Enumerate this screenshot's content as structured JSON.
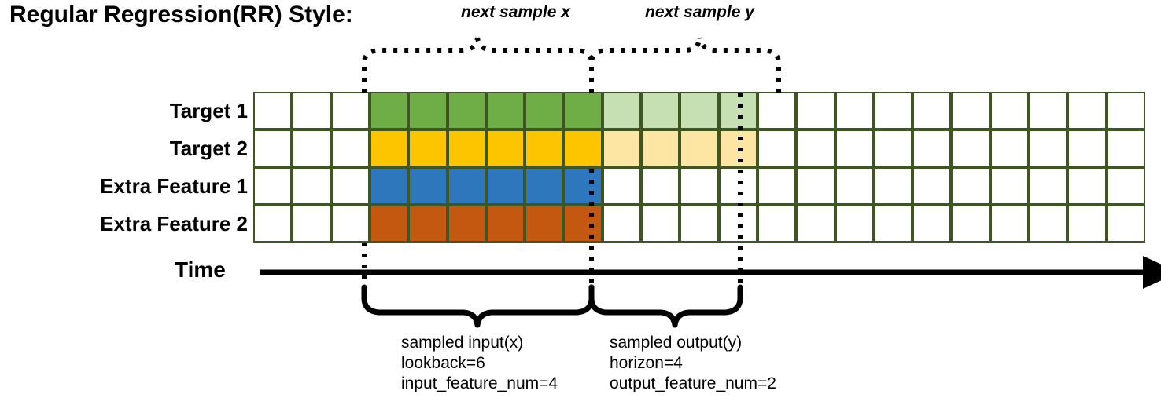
{
  "title": "Regular Regression(RR) Style:",
  "rows": [
    {
      "label": "Target 1",
      "color": "#6fae46",
      "faded": "#c6e0b4",
      "solid_cells": 6,
      "faded_cells": 4
    },
    {
      "label": "Target 2",
      "color": "#fdc500",
      "faded": "#fde5a4",
      "solid_cells": 6,
      "faded_cells": 4
    },
    {
      "label": "Extra Feature 1",
      "color": "#2e77bc",
      "faded": null,
      "solid_cells": 6,
      "faded_cells": 0
    },
    {
      "label": "Extra Feature 2",
      "color": "#c45810",
      "faded": null,
      "solid_cells": 6,
      "faded_cells": 0
    }
  ],
  "grid": {
    "total_columns": 23,
    "leading_blank_columns": 3,
    "border_color": "#3d5622",
    "empty_color": "#ffffff"
  },
  "axis": {
    "label": "Time",
    "arrow": "right-arrow"
  },
  "top_annotations": [
    {
      "text": "next sample x",
      "name": "next-sample-x"
    },
    {
      "text": "next sample y",
      "name": "next-sample-y"
    }
  ],
  "bottom_annotations": [
    {
      "name": "sampled-input",
      "lines": [
        "sampled input(x)",
        "lookback=6",
        "input_feature_num=4"
      ]
    },
    {
      "name": "sampled-output",
      "lines": [
        "sampled output(y)",
        "horizon=4",
        "output_feature_num=2"
      ]
    }
  ]
}
